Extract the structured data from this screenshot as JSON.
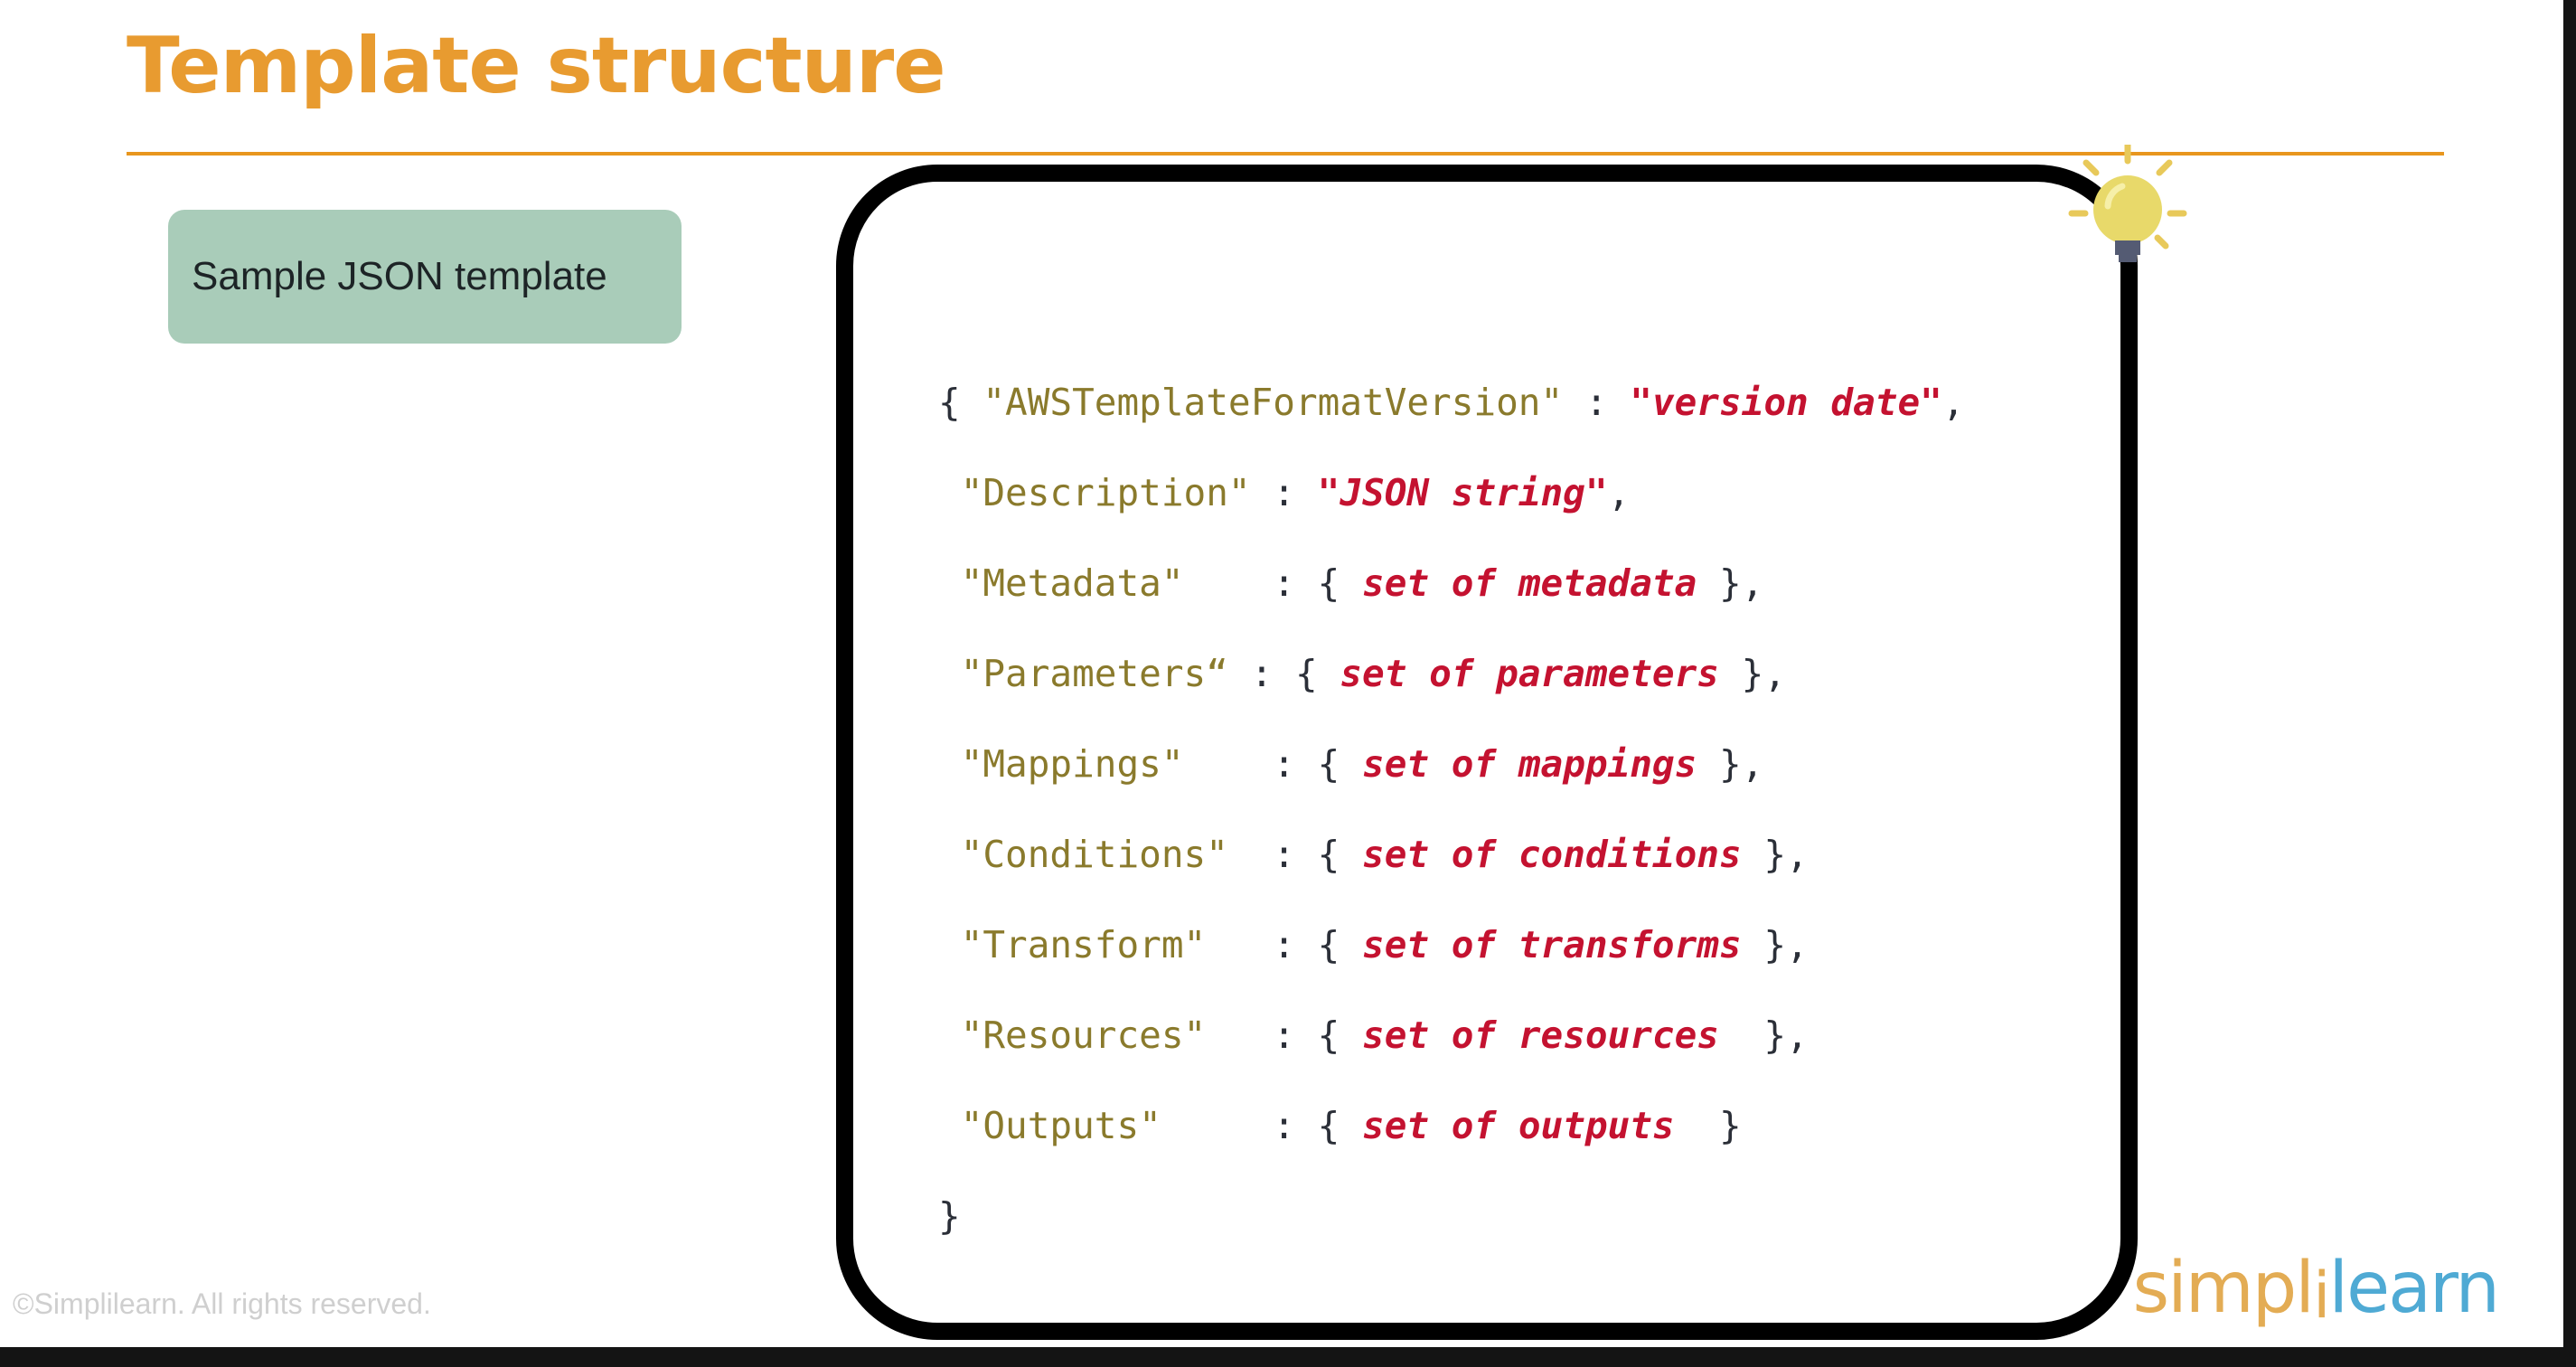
{
  "slide": {
    "title": "Template structure",
    "title_color": "#E89B30",
    "rule_color": "#E8961E",
    "background": "#ffffff"
  },
  "chip": {
    "label": "Sample JSON template",
    "background": "#A9CCB9",
    "text_color": "#1d2426"
  },
  "code_block": {
    "border_color": "#000000",
    "key_color": "#8a7a2c",
    "value_color": "#C41230",
    "punct_color": "#2b2f38",
    "lines": [
      {
        "indent": "",
        "open": "{ ",
        "key": "\"AWSTemplateFormatVersion\"",
        "pad": " ",
        "colon": ": ",
        "value_open": "\"",
        "value": "version date",
        "value_close": "\"",
        "tail": ","
      },
      {
        "indent": " ",
        "open": "",
        "key": "\"Description\"",
        "pad": " ",
        "colon": ": ",
        "value_open": "\"",
        "value": "JSON string",
        "value_close": "\"",
        "tail": ","
      },
      {
        "indent": " ",
        "open": "",
        "key": "\"Metadata\"",
        "pad": "    ",
        "colon": ": { ",
        "value_open": "",
        "value": "set of metadata",
        "value_close": "",
        "tail": " },"
      },
      {
        "indent": " ",
        "open": "",
        "key": "\"Parameters“",
        "pad": " ",
        "colon": ": { ",
        "value_open": "",
        "value": "set of parameters",
        "value_close": "",
        "tail": " },"
      },
      {
        "indent": " ",
        "open": "",
        "key": "\"Mappings\"",
        "pad": "    ",
        "colon": ": { ",
        "value_open": "",
        "value": "set of mappings",
        "value_close": "",
        "tail": " },"
      },
      {
        "indent": " ",
        "open": "",
        "key": "\"Conditions\"",
        "pad": "  ",
        "colon": ": { ",
        "value_open": "",
        "value": "set of conditions",
        "value_close": "",
        "tail": " },"
      },
      {
        "indent": " ",
        "open": "",
        "key": "\"Transform\"",
        "pad": "   ",
        "colon": ": { ",
        "value_open": "",
        "value": "set of transforms",
        "value_close": "",
        "tail": " },"
      },
      {
        "indent": " ",
        "open": "",
        "key": "\"Resources\"",
        "pad": "   ",
        "colon": ": { ",
        "value_open": "",
        "value": "set of resources",
        "value_close": "",
        "tail": "  },"
      },
      {
        "indent": " ",
        "open": "",
        "key": "\"Outputs\"",
        "pad": "     ",
        "colon": ": { ",
        "value_open": "",
        "value": "set of outputs",
        "value_close": "",
        "tail": "  }"
      },
      {
        "indent": "",
        "open": "}",
        "key": "",
        "pad": "",
        "colon": "",
        "value_open": "",
        "value": "",
        "value_close": "",
        "tail": ""
      }
    ],
    "plain_text": "{ \"AWSTemplateFormatVersion\" : \"version date\",\n \"Description\" : \"JSON string\",\n \"Metadata\"    : { set of metadata },\n \"Parameters“  : { set of parameters },\n \"Mappings\"    : { set of mappings },\n \"Conditions\"  : { set of conditions },\n \"Transform\"   : { set of transforms },\n \"Resources\"   : { set of resources  },\n \"Outputs\"     : { set of outputs  }\n}"
  },
  "bulb": {
    "name": "lightbulb-icon",
    "glass_color": "#E8D96A",
    "base_color": "#545B73",
    "ray_color": "#E8C95A"
  },
  "logo": {
    "part_a": "simpl",
    "separator": "i",
    "part_b": "learn",
    "color_a": "#E3AC54",
    "color_b": "#4FAAD4"
  },
  "footer": {
    "copyright": "©Simplilearn. All rights reserved.",
    "color": "#cfcfcf"
  },
  "bands": {
    "color": "#141414"
  }
}
